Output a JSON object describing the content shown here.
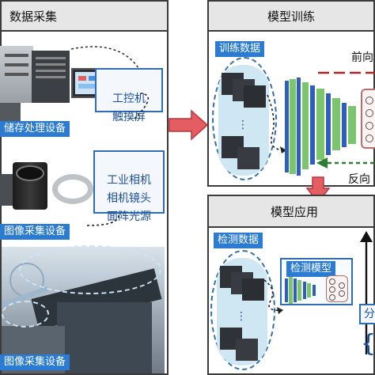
{
  "collection": {
    "title": "数据采集",
    "controller_label": "工控机\n触摸屏",
    "storage_label": "储存处理设备",
    "camera_parts_label": "工业相机\n相机镜头\n面阵光源",
    "capture_label": "图像采集设备",
    "capture_label_bottom": "图像采集设备"
  },
  "training": {
    "title": "模型训练",
    "data_label": "训练数据",
    "forward_label": "前向",
    "backward_label": "反向"
  },
  "application": {
    "title": "模型应用",
    "data_label": "检测数据",
    "model_label": "检测模型",
    "output_label": "分"
  },
  "colors": {
    "panel_border": "#3b3b3b",
    "title_bg": "#e6e6e6",
    "flow_arrow_red": "#d9534f",
    "flow_arrow_fill": "#e35d63",
    "forward_line": "#b22222",
    "backward_line": "#2e7d32",
    "label_blue": "#2a7bd1",
    "layer_blue": "#2f5fb8",
    "layer_green": "#7cc46e"
  }
}
